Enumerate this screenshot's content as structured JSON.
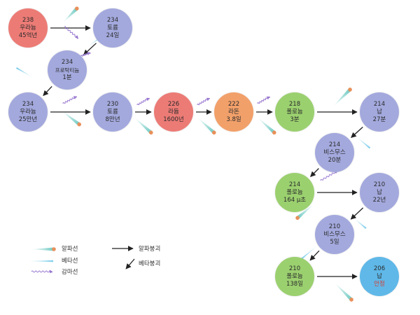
{
  "colors": {
    "red": "#ec7b76",
    "orange": "#f2a06a",
    "blue": "#a3a9dd",
    "green": "#9bd06f",
    "cyan": "#5fb8e8",
    "alpha": "#5fc4bc",
    "beta": "#70c8e8",
    "gamma": "#9878d0",
    "arrow": "#222222"
  },
  "nuclides": [
    {
      "id": "u238",
      "mass": "238",
      "name": "우라늄",
      "halflife": "45억년",
      "color": "red"
    },
    {
      "id": "th234a",
      "mass": "234",
      "name": "토륨",
      "halflife": "24일",
      "color": "blue"
    },
    {
      "id": "pa234",
      "mass": "234",
      "name": "프로탁티늄",
      "halflife": "1분",
      "color": "blue"
    },
    {
      "id": "u234",
      "mass": "234",
      "name": "우라늄",
      "halflife": "25만년",
      "color": "blue"
    },
    {
      "id": "th230",
      "mass": "230",
      "name": "토륨",
      "halflife": "8만년",
      "color": "blue"
    },
    {
      "id": "ra226",
      "mass": "226",
      "name": "라듐",
      "halflife": "1600년",
      "color": "red"
    },
    {
      "id": "rn222",
      "mass": "222",
      "name": "라돈",
      "halflife": "3.8일",
      "color": "orange"
    },
    {
      "id": "po218",
      "mass": "218",
      "name": "폴로늄",
      "halflife": "3분",
      "color": "green"
    },
    {
      "id": "pb214",
      "mass": "214",
      "name": "납",
      "halflife": "27분",
      "color": "blue"
    },
    {
      "id": "bi214",
      "mass": "214",
      "name": "비스무스",
      "halflife": "20분",
      "color": "blue"
    },
    {
      "id": "po214",
      "mass": "214",
      "name": "폴로늄",
      "halflife": "164 μ초",
      "color": "green"
    },
    {
      "id": "pb210",
      "mass": "210",
      "name": "납",
      "halflife": "22년",
      "color": "blue"
    },
    {
      "id": "bi210",
      "mass": "210",
      "name": "비스무스",
      "halflife": "5일",
      "color": "blue"
    },
    {
      "id": "po210",
      "mass": "210",
      "name": "폴로늄",
      "halflife": "138일",
      "color": "green"
    },
    {
      "id": "pb206",
      "mass": "206",
      "name": "납",
      "halflife": "안정",
      "color": "cyan",
      "stable": true
    }
  ],
  "legend": {
    "alpha_ray": "알파선",
    "beta_ray": "베타선",
    "gamma_ray": "감마선",
    "alpha_decay": "알파붕괴",
    "beta_decay": "베타붕괴"
  }
}
